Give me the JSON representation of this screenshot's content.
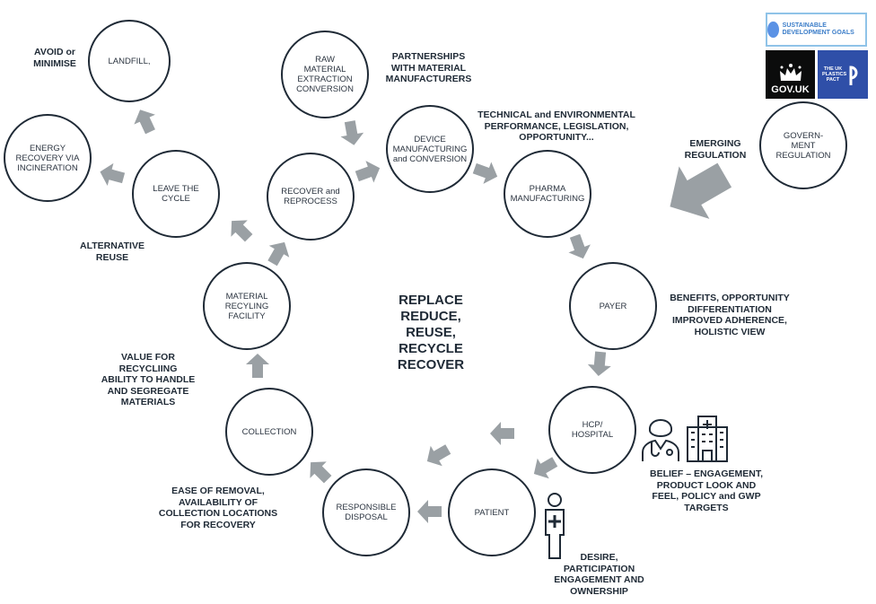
{
  "nodes": {
    "landfill": "LANDFILL,",
    "raw_material": "RAW\nMATERIAL\nEXTRACTION\nCONVERSION",
    "energy_recovery": "ENERGY\nRECOVERY VIA\nINCINERATION",
    "leave_cycle": "LEAVE THE\nCYCLE",
    "recover_reprocess": "RECOVER and\nREPROCESS",
    "device_manufacturing": "DEVICE\nMANUFACTURING\nand CONVERSION",
    "pharma_manufacturing": "PHARMA\nMANUFACTURING",
    "government_regulation": "GOVERN-\nMENT\nREGULATION",
    "payer": "PAYER",
    "material_recycling": "MATERIAL\nRECYLING\nFACILITY",
    "hcp_hospital": "HCP/\nHOSPITAL",
    "collection": "COLLECTION",
    "patient": "PATIENT",
    "responsible_disposal": "RESPONSIBLE\nDISPOSAL"
  },
  "labels": {
    "avoid": "AVOID or\nMINIMISE",
    "partnerships": "PARTNERSHIPS\nWITH MATERIAL\nMANUFACTURERS",
    "technical": "TECHNICAL and ENVIRONMENTAL\nPERFORMANCE, LEGISLATION,\nOPPORTUNITY...",
    "emerging": "EMERGING\nREGULATION",
    "alternative": "ALTERNATIVE\nREUSE",
    "benefits": "BENEFITS, OPPORTUNITY\nDIFFERENTIATION\nIMPROVED ADHERENCE,\nHOLISTIC VIEW",
    "value": "VALUE FOR\nRECYCLIING\nABILITY TO HANDLE\nAND SEGREGATE\nMATERIALS",
    "belief": "BELIEF – ENGAGEMENT,\nPRODUCT LOOK AND\nFEEL, POLICY and GWP\nTARGETS",
    "ease": "EASE OF REMOVAL,\nAVAILABILITY OF\nCOLLECTION LOCATIONS\nFOR RECOVERY",
    "desire": "DESIRE,\nPARTICIPATION\nENGAGEMENT AND\nOWNERSHIP"
  },
  "center_text": "REPLACE\nREDUCE,\nREUSE,\nRECYCLE\nRECOVER",
  "logos": {
    "sdg": "SUSTAINABLE DEVELOPMENT GOALS",
    "govuk": "GOV.UK",
    "plastics_pact": "THE UK PLASTICS PACT"
  },
  "colors": {
    "arrow": "#9aa0a4",
    "outline": "#1f2a36",
    "plastics": "#2f4fa8"
  }
}
